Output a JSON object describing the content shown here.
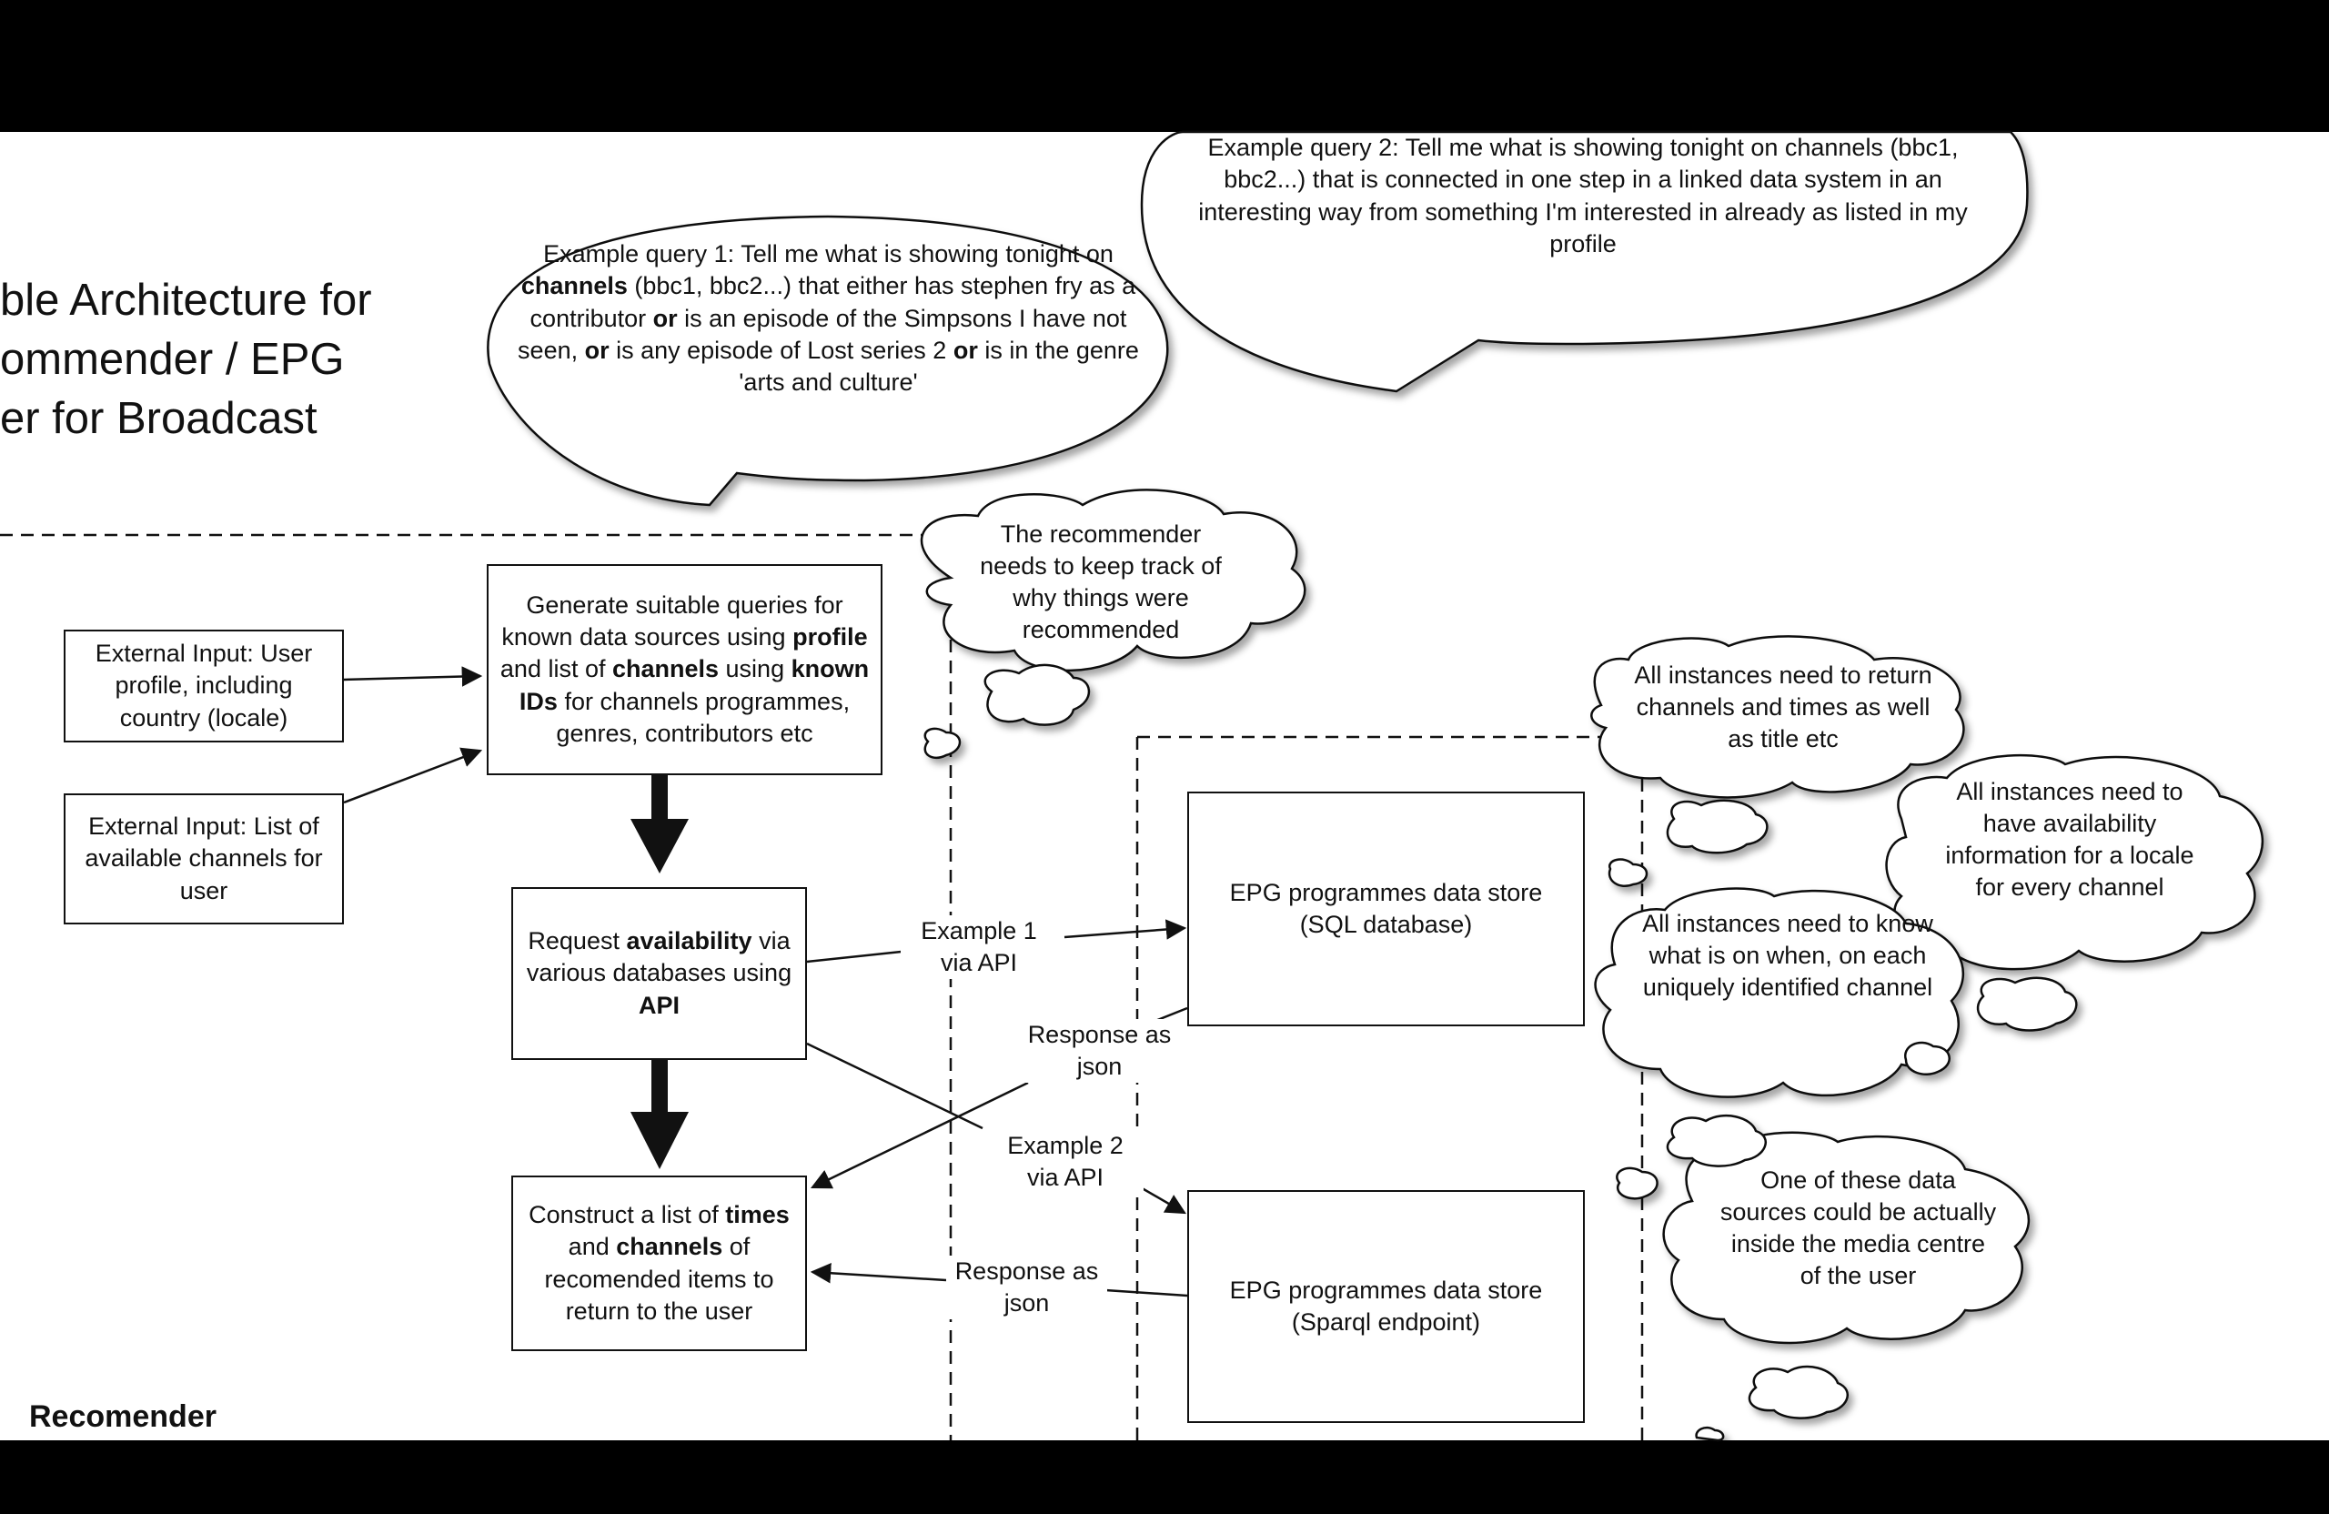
{
  "title": {
    "line1": "ble Architecture for",
    "line2": "ommender / EPG",
    "line3": "er for Broadcast"
  },
  "bubbles": {
    "query1": {
      "l1": "Example query 1: Tell me what is showing tonight on",
      "l2_b1": "channels",
      "l2_t": " (bbc1, bbc2...) that either has stephen fry as a",
      "l3_t1": "contributor ",
      "l3_b": "or",
      "l3_t2": " is an episode of the Simpsons I have not",
      "l4_t1": "seen, ",
      "l4_b1": "or",
      "l4_t2": " is any episode of Lost series 2 ",
      "l4_b2": "or",
      "l4_t3": " is in the genre",
      "l5": "'arts and culture'"
    },
    "query2": {
      "l1": "Example query 2: Tell me what is showing tonight on channels (bbc1,",
      "l2": "bbc2...) that is connected in one step in a linked data system in an",
      "l3": "interesting way from something I'm interested in already as listed in my",
      "l4": "profile"
    }
  },
  "clouds": {
    "recommender": "The recommender needs to keep track of why things were recommended",
    "return_channels": "All instances need to return channels and times as well as title etc",
    "availability": "All instances need to have availability information for a locale for every channel",
    "know_on": "All instances need to know what is on when, on each uniquely identified channel",
    "inside_media": "One of these data sources could be actually inside the media centre of the user"
  },
  "boxes": {
    "ext_profile": "External Input: User profile, including country (locale)",
    "ext_channels": "External Input: List of available channels for user",
    "generate": {
      "t1": "Generate suitable queries for known data sources using ",
      "b1": "profile",
      "t2": " and list of ",
      "b2": "channels",
      "t3": " using ",
      "b3": "known IDs",
      "t4": " for channels programmes, genres, contributors etc"
    },
    "request": {
      "t1": "Request ",
      "b1": "availability",
      "t2": " via various databases using ",
      "b2": "API"
    },
    "construct": {
      "t1": "Construct a list of ",
      "b1": "times",
      "t2": " and ",
      "b2": "channels",
      "t3": " of recomended items to return to the user"
    },
    "sql_store": "EPG programmes data store (SQL database)",
    "sparql_store": "EPG programmes data store (Sparql endpoint)"
  },
  "labels": {
    "example1": "Example 1 via API",
    "response1": "Response as json",
    "example2": "Example 2 via API",
    "response2": "Response as json"
  },
  "section_label": "Recomender"
}
